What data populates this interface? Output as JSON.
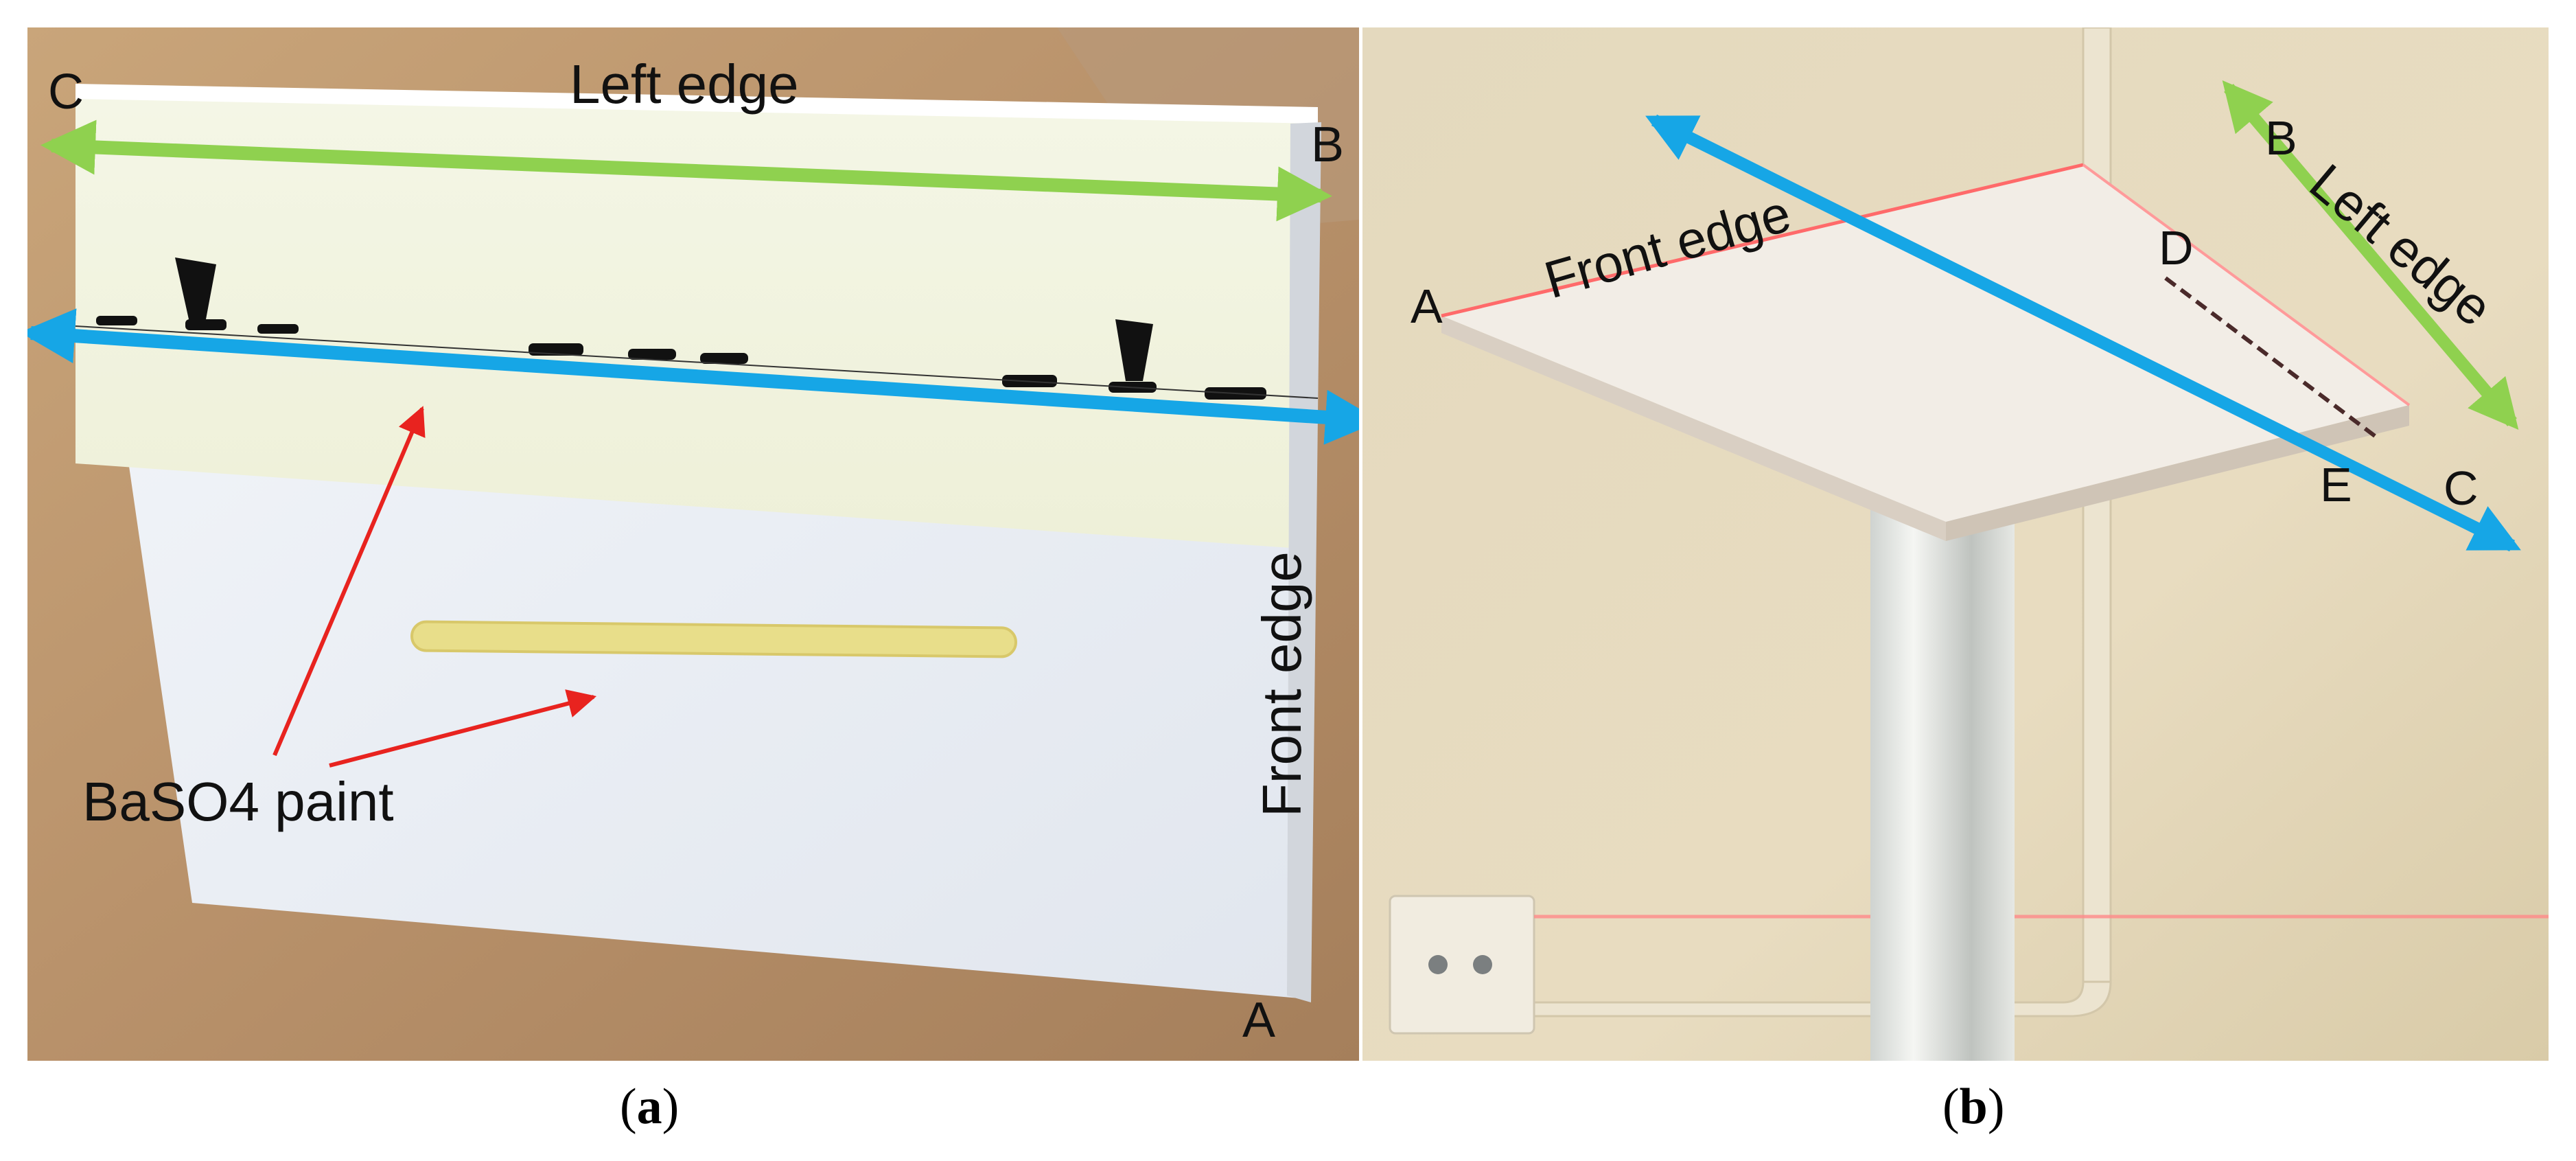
{
  "panel_a": {
    "corner_labels": {
      "c": "C",
      "b": "B",
      "a": "A"
    },
    "left_edge_label": "Left edge",
    "front_edge_label": "Front edge",
    "paint_label": "BaSO4 paint",
    "colors": {
      "green_arrow": "#8fd14f",
      "blue_arrow": "#16a6e6",
      "red_arrow": "#e8231f"
    }
  },
  "panel_b": {
    "corner_labels": {
      "a": "A",
      "b": "B",
      "c": "C",
      "d": "D",
      "e": "E"
    },
    "front_edge_label": "Front edge",
    "left_edge_label": "Left edge",
    "colors": {
      "green_arrow": "#8fd14f",
      "blue_arrow": "#16a6e6",
      "laser": "#ff6a6a"
    }
  },
  "captions": {
    "a_open": "(",
    "a_letter": "a",
    "a_close": ")",
    "b_open": "(",
    "b_letter": "b",
    "b_close": ")"
  }
}
